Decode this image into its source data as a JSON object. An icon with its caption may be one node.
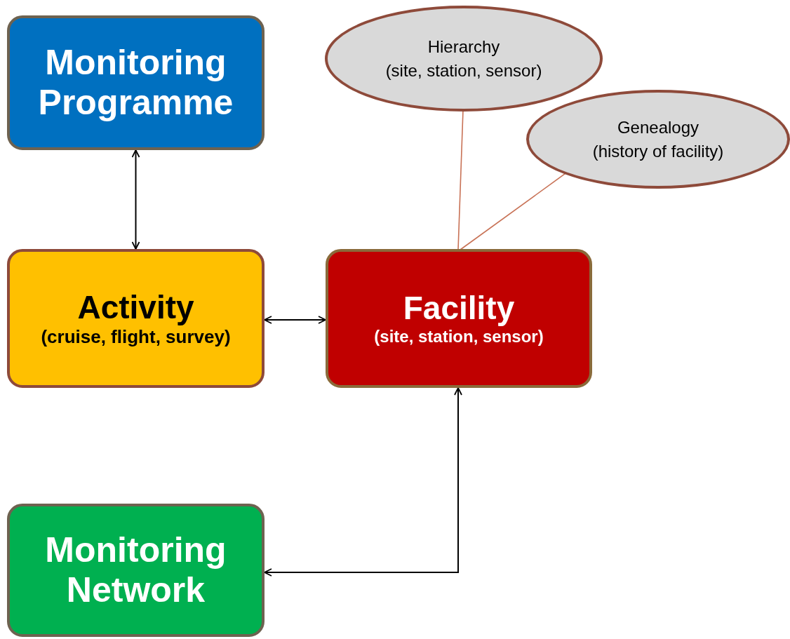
{
  "diagram": {
    "nodes": [
      {
        "text": [
          "Monitoring Programme"
        ]
      },
      {
        "text": [
          "Activity",
          "(cruise, flight, survey)"
        ]
      },
      {
        "text": [
          "Facility",
          "(site, station, sensor)"
        ]
      },
      {
        "text": [
          "Monitoring Network"
        ]
      },
      {
        "text": [
          "Hierarchy",
          "(site, station, sensor)"
        ]
      },
      {
        "text": [
          "Genealogy",
          "(history of facility)"
        ]
      }
    ],
    "edges": [
      {
        "from": 0,
        "to": 1,
        "arrow": "both"
      },
      {
        "from": 1,
        "to": 2,
        "arrow": "both"
      },
      {
        "from": 3,
        "to": 2,
        "arrow": "both"
      },
      {
        "from": 4,
        "to": 2,
        "arrow": "none",
        "color": "#c87256"
      },
      {
        "from": 5,
        "to": 2,
        "arrow": "none",
        "color": "#c87256"
      }
    ]
  }
}
